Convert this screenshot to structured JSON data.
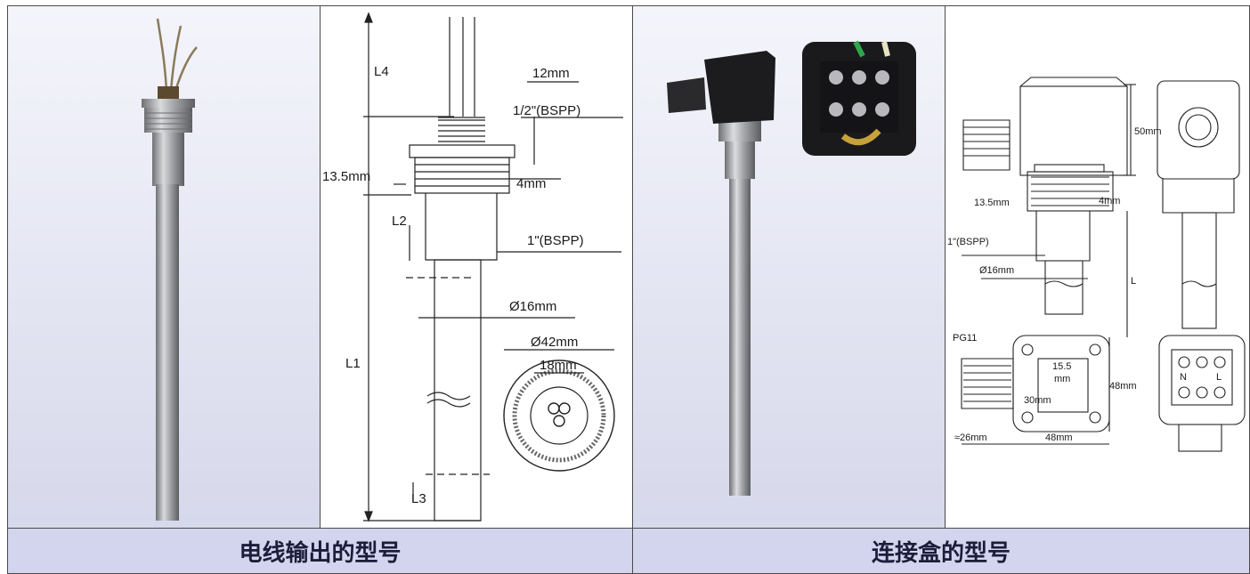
{
  "captions": {
    "wire_output": "电线输出的型号",
    "junction_box": "连接盒的型号"
  },
  "wire_drawing": {
    "l4": "L4",
    "l2": "L2",
    "l1": "L1",
    "l3": "L3",
    "wire_dim": "12mm",
    "thread_small": "1/2\"(BSPP)",
    "flange_h": "13.5mm",
    "gap": "4mm",
    "thread_large": "1\"(BSPP)",
    "tube_dia": "Ø16mm",
    "head_dia": "Ø42mm",
    "inner_dia": "18mm"
  },
  "box_drawing": {
    "height": "50mm",
    "flange_h": "13.5mm",
    "gap": "4mm",
    "thread": "1\"(BSPP)",
    "tube_dia": "Ø16mm",
    "length": "L",
    "gland": "PG11",
    "terminal_spacing_a": "15.5",
    "terminal_spacing_unit": "mm",
    "terminal_offset": "30mm",
    "box_side": "48mm",
    "gland_len": "≈26mm",
    "box_width": "48mm",
    "term_n": "N",
    "term_l": "L"
  }
}
